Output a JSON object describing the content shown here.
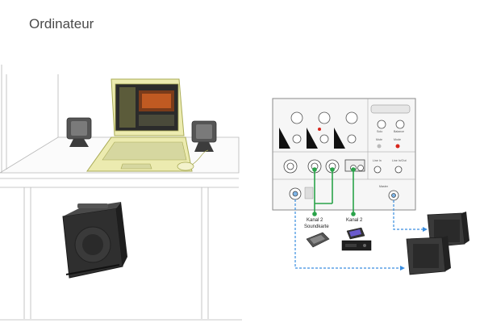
{
  "header": {
    "title": "Ordinateur"
  },
  "mixer": {
    "channel_labels": [
      "Solo",
      "Balance",
      "Mute",
      "Mode",
      "Master"
    ],
    "controls_labels": [
      "Line In",
      "Line In/Out"
    ]
  },
  "connections": {
    "label_a_line1": "Kanal 2",
    "label_a_line2": "Soundkarte",
    "label_b": "Kanal 2"
  },
  "colors": {
    "line_green": "#2aa34a",
    "line_blue": "#3a8ee0",
    "laptop_highlight": "#d9dc7a"
  }
}
